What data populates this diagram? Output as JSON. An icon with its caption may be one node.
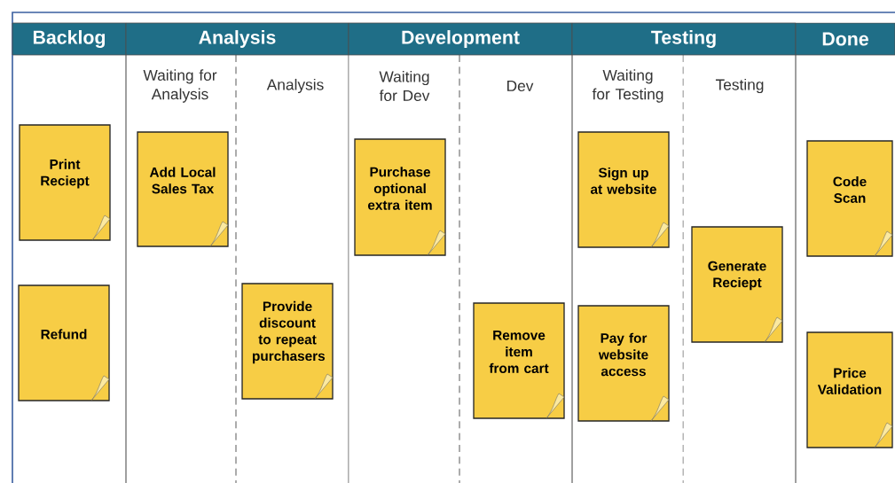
{
  "diagram": {
    "nodes": [
      {
        "text": [
          "Backlog"
        ]
      },
      {
        "text": [
          "Analysis"
        ]
      },
      {
        "text": [
          "Development"
        ]
      },
      {
        "text": [
          "Testing"
        ]
      },
      {
        "text": [
          "Done"
        ]
      },
      {
        "text": [
          "Print Reciept"
        ]
      },
      {
        "text": [
          "Refund"
        ]
      },
      {
        "text": [
          "Add Local Sales Tax"
        ]
      },
      {
        "text": [
          "Provide discount to repeat purchasers"
        ]
      },
      {
        "text": [
          "Purchase optional extra item"
        ]
      },
      {
        "text": [
          "Remove item from cart"
        ]
      },
      {
        "text": [
          "Sign up at website"
        ]
      },
      {
        "text": [
          "Pay for website access"
        ]
      },
      {
        "text": [
          "Generate Reciept"
        ]
      },
      {
        "text": [
          "Code Scan"
        ]
      },
      {
        "text": [
          "Price Validation"
        ]
      }
    ],
    "labels": [
      "Waiting for Analysis",
      "Analysis",
      "Waiting for Dev",
      "Dev",
      "Waiting for Testing",
      "Testing"
    ]
  }
}
